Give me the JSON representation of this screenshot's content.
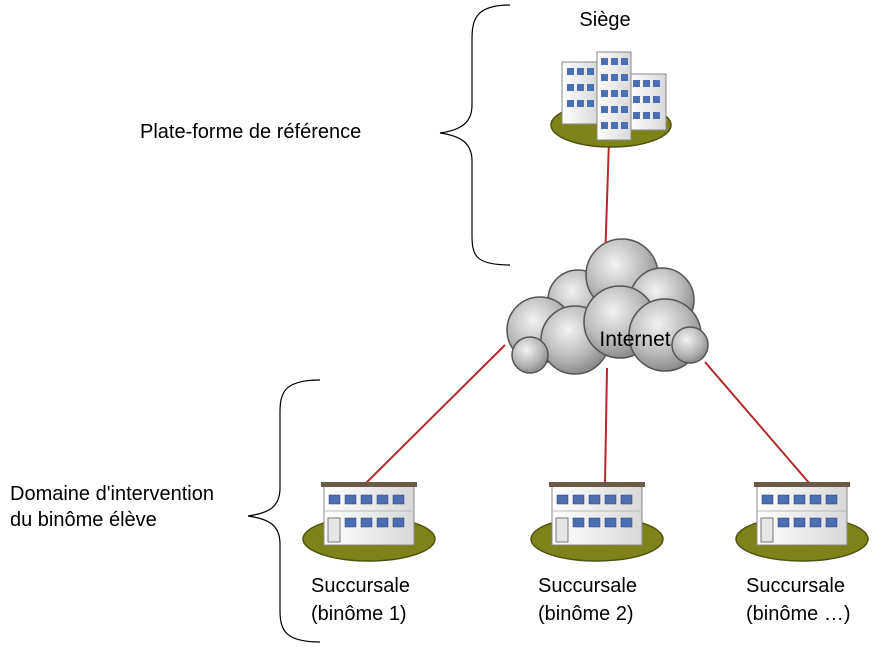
{
  "nodes": {
    "hq": {
      "label": "Siège"
    },
    "internet": {
      "label": "Internet"
    },
    "branches": [
      {
        "line1": "Succursale",
        "line2": "(binôme 1)"
      },
      {
        "line1": "Succursale",
        "line2": "(binôme 2)"
      },
      {
        "line1": "Succursale",
        "line2": "(binôme …)"
      }
    ]
  },
  "braces": {
    "reference_platform": "Plate-forme de référence",
    "student_domain_line1": "Domaine d'intervention",
    "student_domain_line2": "du binôme élève"
  },
  "colors": {
    "link": "#b22a2a",
    "ground": "#7d8318",
    "ground_edge": "#4f5210",
    "cloud": "#9a9a9a",
    "window": "#4a6fb5"
  }
}
